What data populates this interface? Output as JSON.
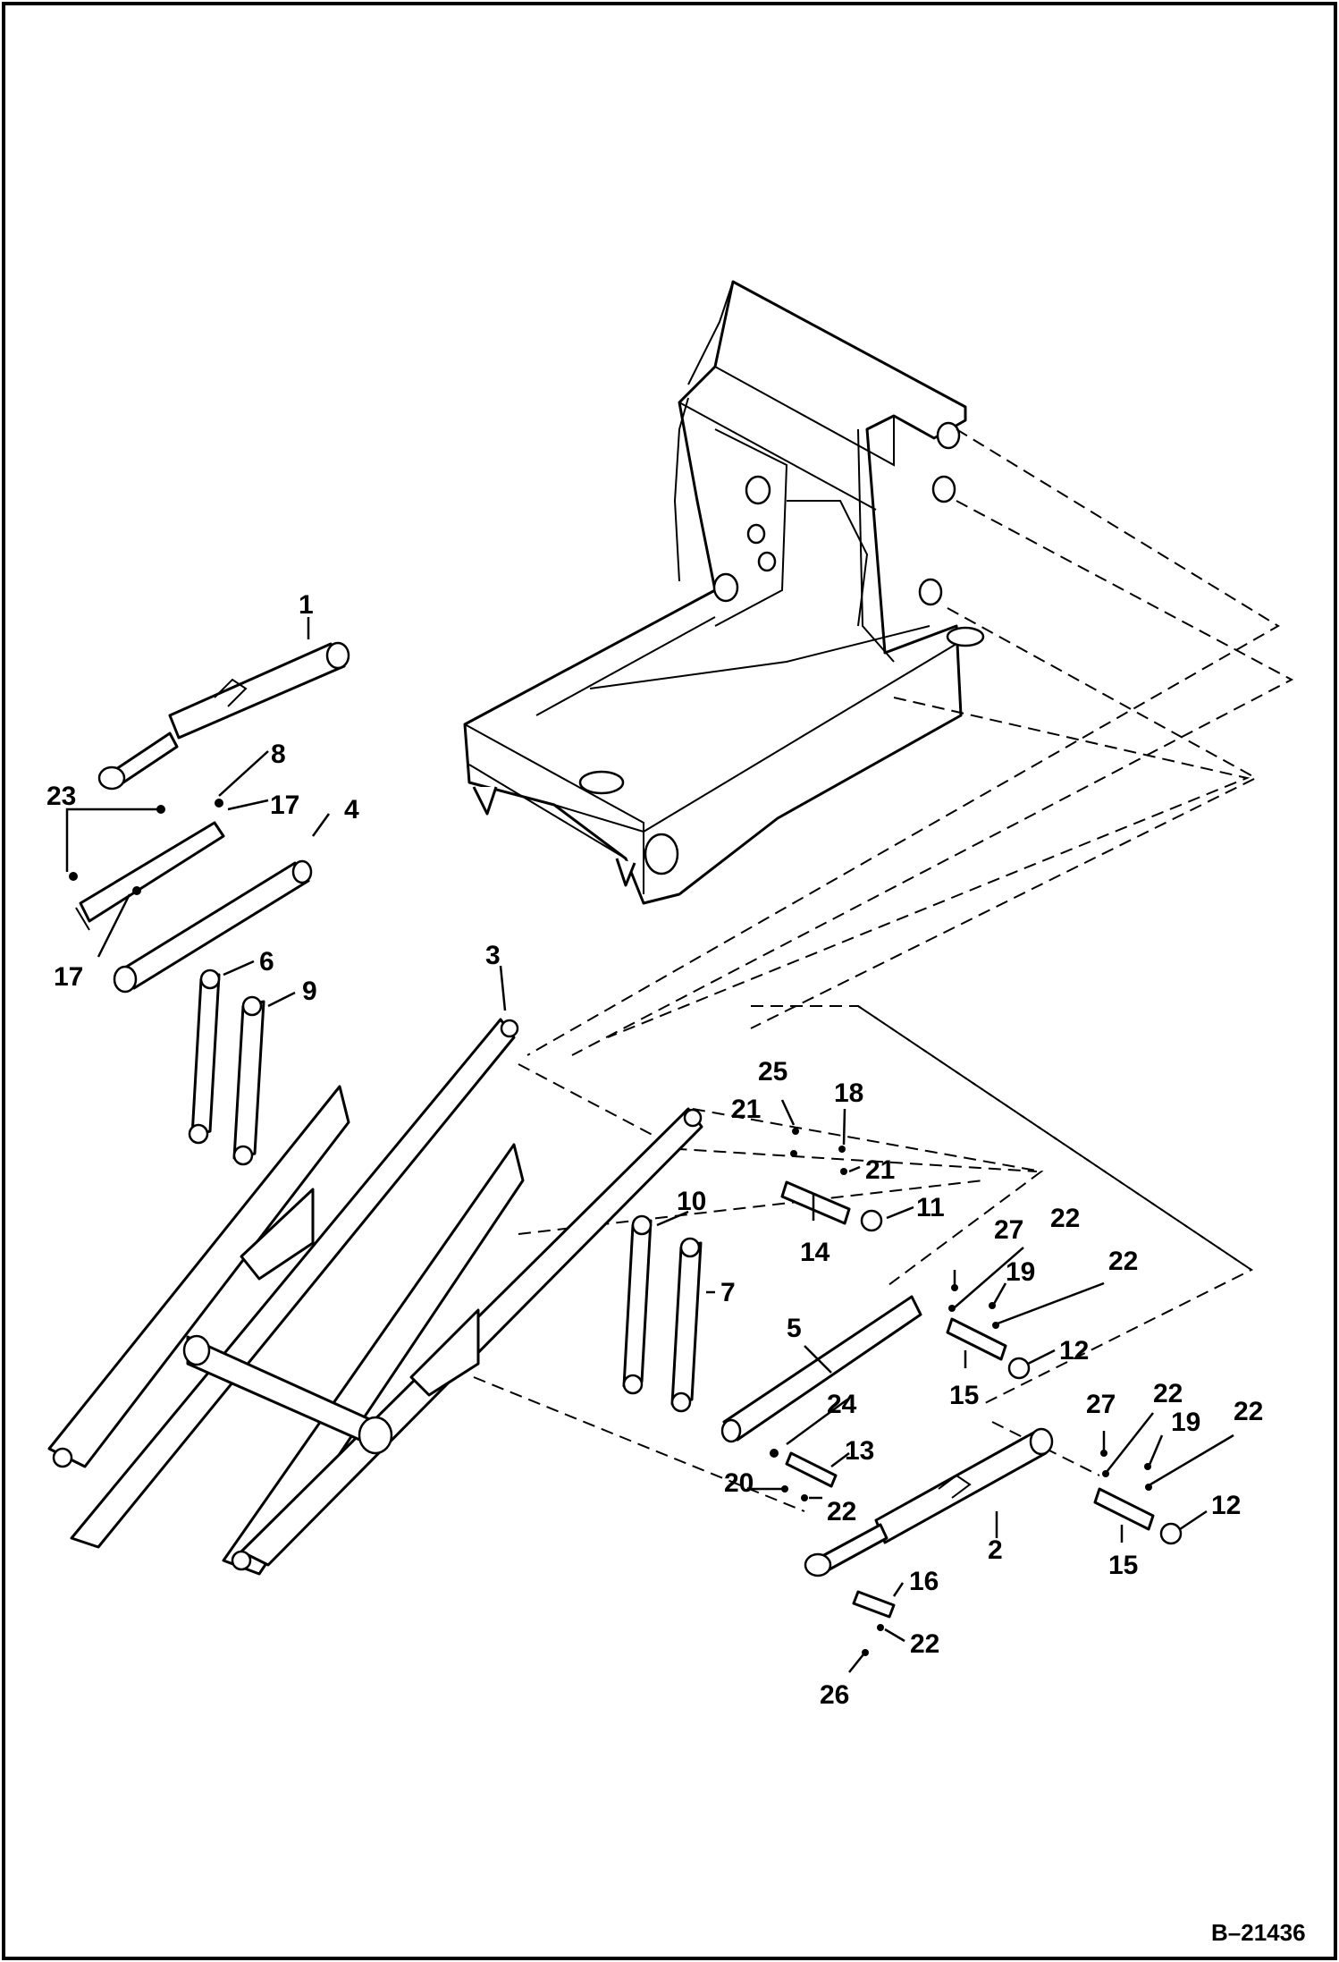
{
  "drawing_ref": "B–21436",
  "callouts": {
    "c1": "1",
    "c2": "2",
    "c3": "3",
    "c4": "4",
    "c5": "5",
    "c6": "6",
    "c7": "7",
    "c8": "8",
    "c9": "9",
    "c10": "10",
    "c11": "11",
    "c12a": "12",
    "c12b": "12",
    "c13": "13",
    "c14": "14",
    "c15a": "15",
    "c15b": "15",
    "c16": "16",
    "c17a": "17",
    "c17b": "17",
    "c18": "18",
    "c19a": "19",
    "c19b": "19",
    "c20": "20",
    "c21a": "21",
    "c21b": "21",
    "c22a": "22",
    "c22b": "22",
    "c22c": "22",
    "c22d": "22",
    "c22e": "22",
    "c22f": "22",
    "c23": "23",
    "c24": "24",
    "c25": "25",
    "c26": "26",
    "c27a": "27",
    "c27b": "27"
  }
}
